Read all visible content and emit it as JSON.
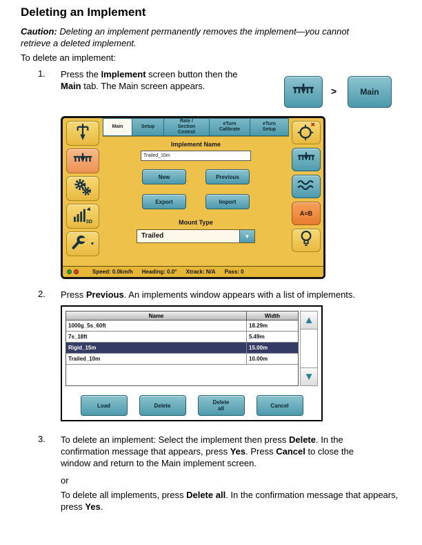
{
  "doc": {
    "title": "Deleting an Implement",
    "caution_label": "Caution:",
    "caution_text": "Deleting an implement permanently removes the implement—you cannot retrieve a deleted implement.",
    "intro": "To delete an implement:"
  },
  "step1": {
    "number": "1.",
    "seg1": "Press the ",
    "bold1": "Implement",
    "seg2": " screen button then the ",
    "bold2": "Main",
    "seg3": " tab. The Main screen appears.",
    "chevron": ">",
    "main_button_label": "Main"
  },
  "console": {
    "tabs": [
      "Main",
      "Setup",
      "Rate /\nSection\nControl",
      "eTurn\nCalibrate",
      "eTurn\nSetup"
    ],
    "selected_tab": "Main",
    "implement_name_label": "Implement Name",
    "implement_name_value": "Trailed_10m",
    "btn_new": "New",
    "btn_previous": "Previous",
    "btn_export": "Export",
    "btn_import": "Import",
    "mount_type_label": "Mount Type",
    "mount_type_value": "Trailed",
    "ab_label": "A≡B",
    "threed_label": "3D",
    "status": {
      "speed": "Speed: 0.0km/h",
      "heading": "Heading: 0.0°",
      "xtrack": "Xtrack: N/A",
      "pass": "Pass: 0"
    }
  },
  "step2": {
    "number": "2.",
    "seg1": "Press ",
    "bold1": "Previous",
    "seg2": ". An implements window appears with a list of implements."
  },
  "implements_window": {
    "col_name": "Name",
    "col_width": "Width",
    "rows": [
      {
        "name": "1000g_5s_60ft",
        "width": "18.29m"
      },
      {
        "name": "7s_18ft",
        "width": "5.49m"
      },
      {
        "name": "Rigid_15m",
        "width": "15.00m"
      },
      {
        "name": "Trailed_10m",
        "width": "10.00m"
      }
    ],
    "selected_row": "Rigid_15m",
    "btn_load": "Load",
    "btn_delete": "Delete",
    "btn_delete_all": "Delete\nall",
    "btn_cancel": "Cancel"
  },
  "step3": {
    "number": "3.",
    "p1_seg1": "To delete an implement: Select the implement then press ",
    "p1_bold1": "Delete",
    "p1_seg2": ". In the confirmation message that appears, press ",
    "p1_bold2": "Yes",
    "p1_seg3": ". Press ",
    "p1_bold3": "Cancel",
    "p1_seg4": " to close the window and return to the Main implement screen.",
    "or_text": "or",
    "p2_seg1": "To delete all implements, press ",
    "p2_bold1": "Delete all",
    "p2_seg2": ". In the confirmation message that appears, press ",
    "p2_bold2": "Yes",
    "p2_seg3": "."
  },
  "icons": {
    "up_arrow": "▲",
    "down_arrow": "▼",
    "dropdown_arrow": "▼",
    "wrench_dropdown_arrow": "▼"
  },
  "colors": {
    "console_yellow": "#EEC14A",
    "teal_button": "#4D9AAD",
    "active_orange": "#EC9255",
    "ab_orange": "#E87C2E",
    "selected_row_navy": "#343B64",
    "status_green": "#2F9E3F",
    "status_red": "#D2452B"
  }
}
